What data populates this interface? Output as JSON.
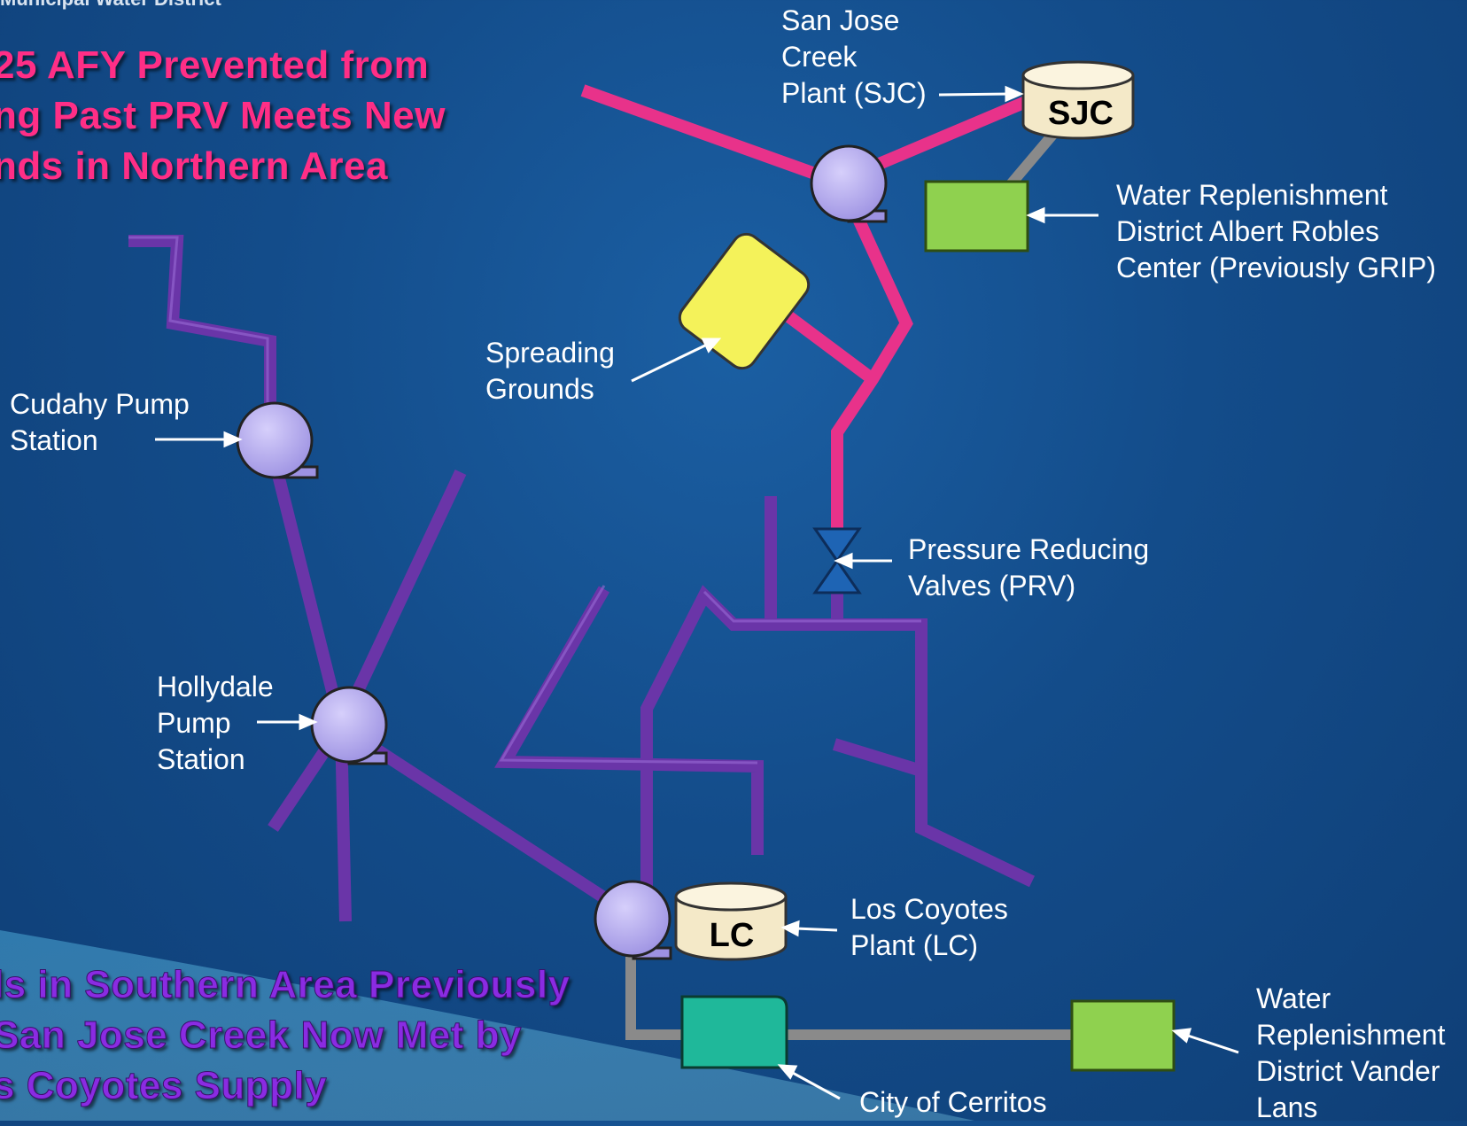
{
  "header_fragment": "Municipal Water District",
  "headline_top": "25 AFY Prevented from\nng Past PRV Meets New\nnds in Northern Area",
  "headline_bottom": "ls in Southern Area Previously\nSan Jose Creek Now Met by\ns Coyotes Supply",
  "labels": {
    "sjc_plant": "San Jose\nCreek\nPlant (SJC)",
    "wrd_albert": "Water Replenishment\nDistrict Albert Robles\nCenter (Previously GRIP)",
    "spreading": "Spreading\nGrounds",
    "cudahy": "Cudahy Pump\nStation",
    "prv": "Pressure Reducing\nValves (PRV)",
    "hollydale": "Hollydale\nPump\nStation",
    "los_coyotes": "Los Coyotes\nPlant (LC)",
    "wrd_vander": "Water\nReplenishment\nDistrict Vander\nLans",
    "cerritos": "City of Cerritos"
  },
  "tank_tags": {
    "sjc": "SJC",
    "lc": "LC"
  },
  "colors": {
    "pink_pipe": "#e8328a",
    "purple_pipe": "#6a35a8",
    "gray_pipe": "#8a8a8a",
    "pump": "#b3a8ee",
    "tank": "#f4e9c8",
    "green_box": "#8fd14f",
    "teal_box": "#1fb89a",
    "yellow_box": "#f4f25a",
    "valve": "#1e64b4"
  }
}
